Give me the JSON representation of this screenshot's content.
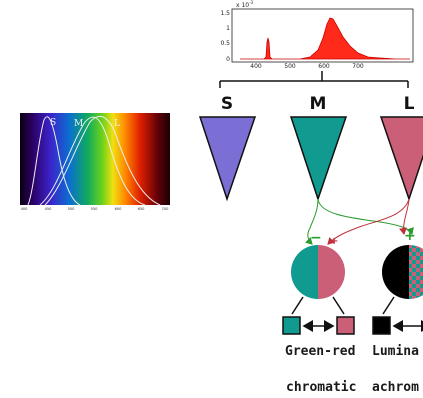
{
  "spectrum_plot": {
    "exponent_label": "x 10",
    "exponent_power": "-3",
    "y_ticks": [
      "1.5",
      "1",
      "0.5",
      "0"
    ],
    "x_ticks": [
      "400",
      "500",
      "600",
      "700"
    ],
    "line_color": "#cc0000",
    "fill_color": "#ff2a1a"
  },
  "sensitivity_plot": {
    "curve_labels": [
      "S",
      "M",
      "L"
    ],
    "x_ticks": [
      "400",
      "450",
      "500",
      "550",
      "600",
      "650",
      "700"
    ]
  },
  "cones": [
    {
      "label": "S",
      "color": "#7b6fd6"
    },
    {
      "label": "M",
      "color": "#119a90"
    },
    {
      "label": "L",
      "color": "#cc5f78"
    }
  ],
  "channels": [
    {
      "minus_sign": "−",
      "plus_sign": "+",
      "caption": "Green-red",
      "category": "chromatic"
    },
    {
      "plus_sign": "+",
      "caption": "Lumina",
      "category": "achrom"
    }
  ],
  "colors": {
    "green_arrow": "#2a9a2a",
    "red_arrow": "#c0303a",
    "teal": "#119a90",
    "pink": "#cc5f78",
    "black": "#000000"
  }
}
